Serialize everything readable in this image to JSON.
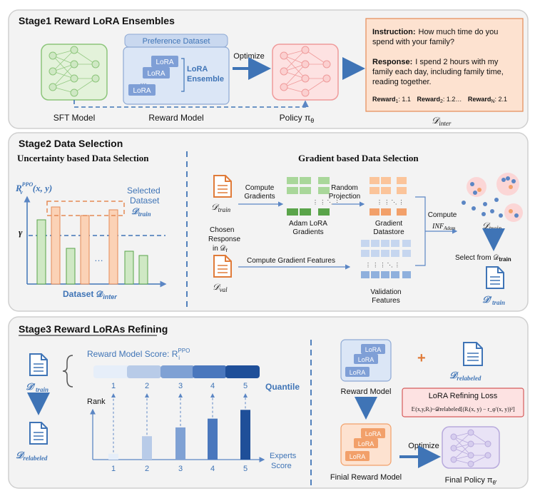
{
  "stage1": {
    "title": "Stage1 Reward LoRA Ensembles",
    "preference_dataset": "Preference Dataset",
    "lora": "LoRA",
    "lora_ensemble_1": "LoRA",
    "lora_ensemble_2": "Ensemble",
    "optimize": "Optimize",
    "sft_model": "SFT Model",
    "reward_model": "Reward Model",
    "policy": "Policy π",
    "policy_sub": "θ",
    "instruction_label": "Instruction:",
    "instruction_text_1": "How much time do you",
    "instruction_text_2": "spend with your family?",
    "response_label": "Response:",
    "response_text_1": "I spend 2 hours with my",
    "response_text_2": "family each day, including family time,",
    "response_text_3": "reading together.",
    "reward_1_label": "Reward",
    "reward_1_sub": "1",
    "reward_1_val": ": 1.1",
    "reward_2_label": "Reward",
    "reward_2_sub": "2",
    "reward_2_val": ": 1.2…",
    "reward_n_label": "Reward",
    "reward_n_sub": "N",
    "reward_n_val": ": 2.1",
    "d_inter": "𝒟",
    "d_inter_sub": "inter"
  },
  "stage2": {
    "title": "Stage2 Data Selection",
    "uncertainty_title": "Uncertainty based Data Selection",
    "gradient_title": "Gradient based Data Selection",
    "r_label": "R",
    "r_sup": "PPO",
    "r_sub": "v",
    "r_args": "(x, y)",
    "gamma": "γ",
    "selected_1": "Selected",
    "selected_2": "Dataset",
    "selected_3": "𝒟",
    "selected_3_sub": "train",
    "dots": "…",
    "dataset_label": "Dataset 𝒟",
    "dataset_sub": "inter",
    "d_train": "𝒟",
    "d_train_sub": "train",
    "chosen_1": "Chosen",
    "chosen_2": "Response",
    "chosen_3": "in 𝒟",
    "chosen_3_sub": "r",
    "d_val": "𝒟",
    "d_val_sub": "val",
    "compute_gradients_1": "Compute",
    "compute_gradients_2": "Gradients",
    "random_proj_1": "Random",
    "random_proj_2": "Projection",
    "adam_1": "Adam LoRA",
    "adam_2": "Gradients",
    "datastore_1": "Gradient",
    "datastore_2": "Datastore",
    "compute": "Compute",
    "inf": "INF",
    "inf_sub": "Adam",
    "compute_grad_features": "Compute Gradient Features",
    "validation_1": "Validation",
    "validation_2": "Features",
    "d_train_right": "𝒟",
    "d_train_right_sub": "train",
    "select_from": "Select from 𝒟",
    "select_from_sub": "train",
    "d_train_prime": "𝒟′",
    "d_train_prime_sub": "train"
  },
  "stage3": {
    "title": "Stage3 Reward LoRAs Refining",
    "d_train_prime": "𝒟′",
    "d_train_prime_sub": "train",
    "d_relabeled": "𝒟",
    "d_relabeled_sub": "relabeled",
    "rm_score": "Reward Model Score: R",
    "rm_score_sup": "PPO",
    "rm_score_sub": "i",
    "quantile": "Quantile",
    "rank": "Rank",
    "experts_1": "Experts",
    "experts_2": "Score",
    "top_ticks": [
      "1",
      "2",
      "3",
      "4",
      "5"
    ],
    "bottom_ticks": [
      "1",
      "2",
      "3",
      "4",
      "5"
    ],
    "rank_values": [
      0.1,
      0.4,
      0.55,
      0.7,
      0.85
    ],
    "reward_model": "Reward Model",
    "final_reward_model": "Finial Reward Model",
    "plus": "+",
    "d_relabeled_right": "𝒟",
    "d_relabeled_right_sub": "relabeled",
    "loss_title": "LoRA Refining Loss",
    "loss_formula": "𝔼(x,y,Rᵢ)~𝒟relabeled[(Rᵢ(x, y) − r_φ′(x, y))²]",
    "optimize": "Optimize",
    "final_policy": "Final Policy π",
    "final_policy_sub": "θ′"
  },
  "colors": {
    "panel_bg": "#f3f3f3",
    "panel_border": "#cfcfcf",
    "blue": "#3f74b6",
    "light_blue": "#dbe6f6",
    "green_fill": "#cfe8c4",
    "green_stroke": "#5aa44a",
    "orange_fill": "#fbd2b6",
    "orange_stroke": "#e58a55",
    "pink_fill": "#fbd6d6",
    "red_stroke": "#d65c5c",
    "lavender": "#e2dcf2"
  }
}
